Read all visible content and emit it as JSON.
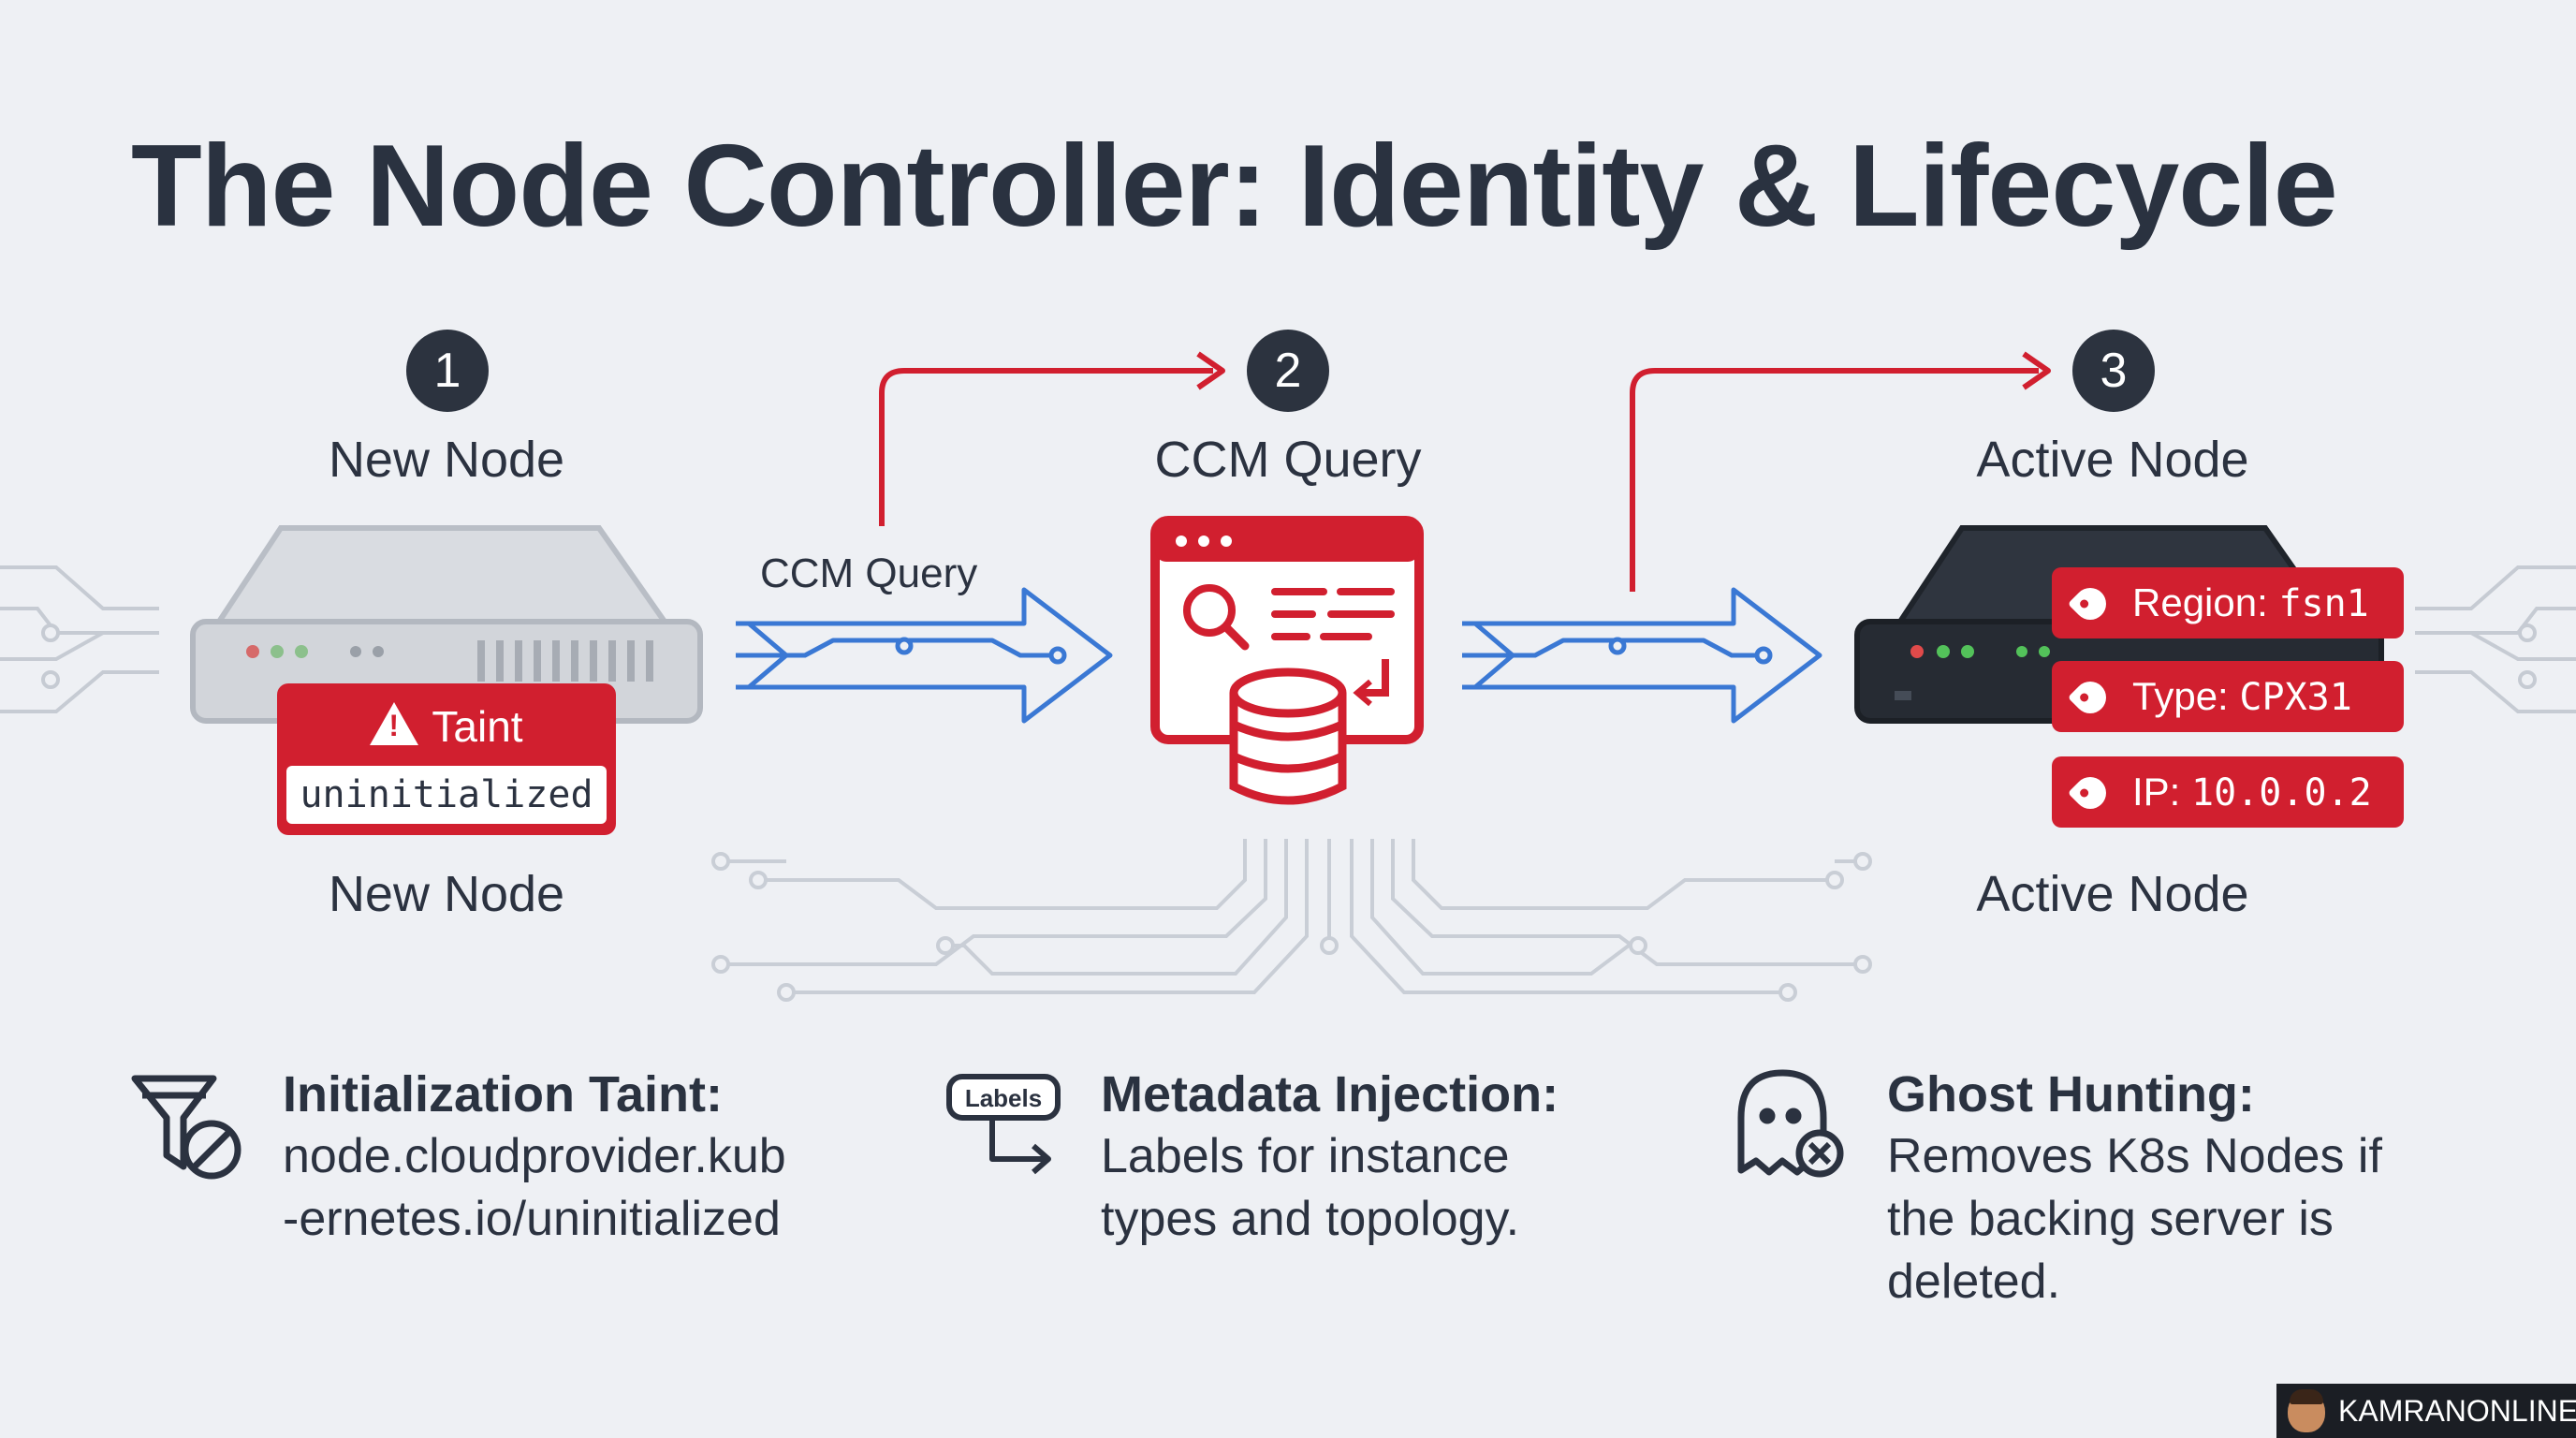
{
  "title": "The Node Controller: Identity & Lifecycle",
  "steps": [
    {
      "number": "1",
      "label": "New Node",
      "caption": "New Node"
    },
    {
      "number": "2",
      "label": "CCM Query"
    },
    {
      "number": "3",
      "label": "Active Node",
      "caption": "Active Node"
    }
  ],
  "arrow_label": "CCM Query",
  "taint": {
    "label": "Taint",
    "value": "uninitialized"
  },
  "tags": [
    {
      "prefix": "Region: ",
      "value": "fsn1"
    },
    {
      "prefix": "Type: ",
      "value": "CPX31"
    },
    {
      "prefix": "IP: ",
      "value": "10.0.0.2"
    }
  ],
  "features": [
    {
      "icon": "filter-cancel-icon",
      "title": "Initialization Taint:",
      "body": "node.cloudprovider.kub\n-ernetes.io/uninitialized"
    },
    {
      "icon": "labels-icon",
      "icon_text": "Labels",
      "title": "Metadata Injection:",
      "body": "Labels for instance\ntypes and topology."
    },
    {
      "icon": "ghost-icon",
      "title": "Ghost Hunting:",
      "body": "Removes K8s Nodes if\nthe backing server is\ndeleted."
    }
  ],
  "watermark": "KAMRANONLINE",
  "colors": {
    "accent_red": "#d11f2f",
    "flow_blue": "#3a78d4",
    "dark": "#2c333f",
    "circuit_gray": "#c3c8d0"
  }
}
